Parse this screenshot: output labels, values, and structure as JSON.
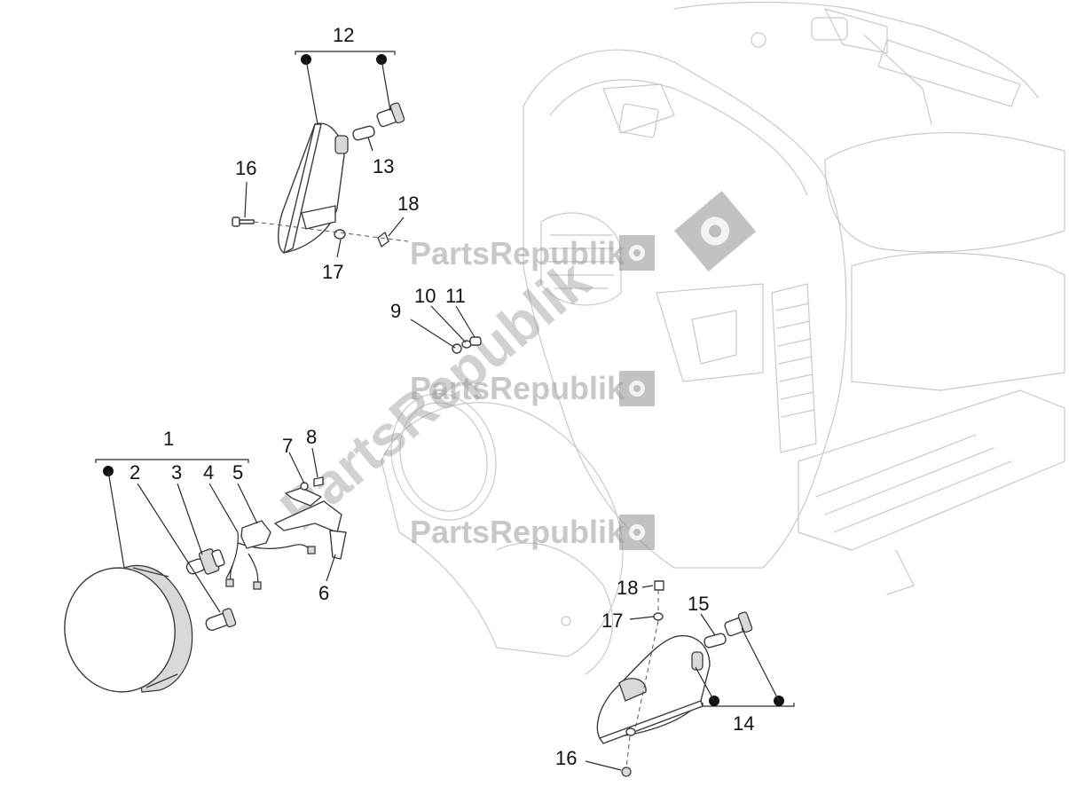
{
  "watermark": {
    "brand": "PartsRepublik"
  },
  "callouts": {
    "c1": "1",
    "c2": "2",
    "c3": "3",
    "c4": "4",
    "c5": "5",
    "c6": "6",
    "c7": "7",
    "c8": "8",
    "c9": "9",
    "c10": "10",
    "c11": "11",
    "c12": "12",
    "c13": "13",
    "c14": "14",
    "c15": "15",
    "c16_top": "16",
    "c16_bottom": "16",
    "c17_top": "17",
    "c17_bottom": "17",
    "c18_top": "18",
    "c18_bottom": "18"
  },
  "colors": {
    "ghost_outline": "#c9c9c9",
    "part_outline": "#3b3b3b",
    "watermark": "#9a9a9a"
  },
  "icons": [
    "gear-flag-icon"
  ]
}
